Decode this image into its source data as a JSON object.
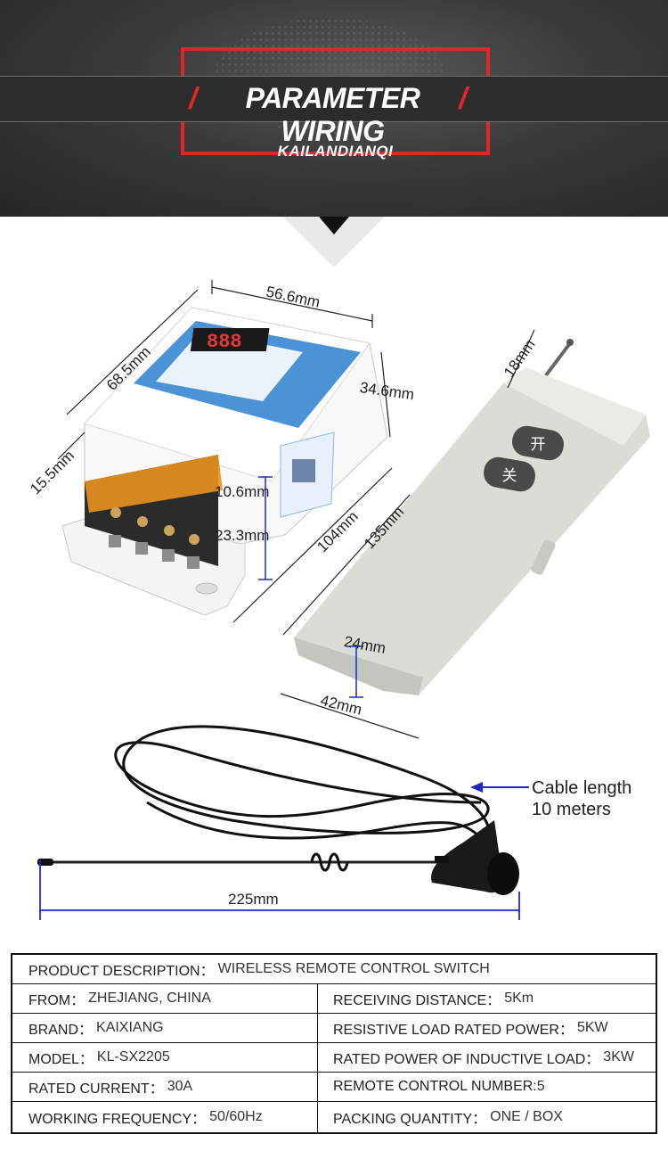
{
  "banner": {
    "title": "PARAMETER WIRING",
    "subtitle": "KAILANDIANQI",
    "accent_color": "#e0262d"
  },
  "dimensions": {
    "receiver_width": "56.6mm",
    "receiver_depth": "68.5mm",
    "receiver_height": "34.6mm",
    "receiver_base": "15.5mm",
    "terminal_height": "10.6mm",
    "terminal_width": "23.3mm",
    "receiver_length": "104mm",
    "remote_top": "18mm",
    "remote_length": "135mm",
    "remote_thickness": "24mm",
    "remote_width": "42mm",
    "antenna_length": "225mm"
  },
  "remote_buttons": {
    "on": "开",
    "off": "关"
  },
  "cable_callout": {
    "line1": "Cable length",
    "line2": "10 meters"
  },
  "spec": {
    "product_description": {
      "label": "PRODUCT DESCRIPTION：",
      "value": "WIRELESS REMOTE CONTROL SWITCH"
    },
    "left": [
      {
        "label": "FROM：",
        "value": "ZHEJIANG, CHINA"
      },
      {
        "label": "BRAND：",
        "value": "KAIXIANG"
      },
      {
        "label": "MODEL：",
        "value": "KL-SX2205"
      },
      {
        "label": "RATED CURRENT：",
        "value": "30A"
      },
      {
        "label": "WORKING FREQUENCY：",
        "value": "50/60Hz"
      }
    ],
    "right": [
      {
        "label": "RECEIVING DISTANCE：",
        "value": "5Km"
      },
      {
        "label": "RESISTIVE LOAD RATED POWER：",
        "value": "5KW"
      },
      {
        "label": "RATED POWER OF INDUCTIVE LOAD：",
        "value": "3KW"
      },
      {
        "label": "REMOTE CONTROL NUMBER:",
        "value": "5"
      },
      {
        "label": "PACKING QUANTITY：",
        "value": "ONE / BOX"
      }
    ]
  }
}
